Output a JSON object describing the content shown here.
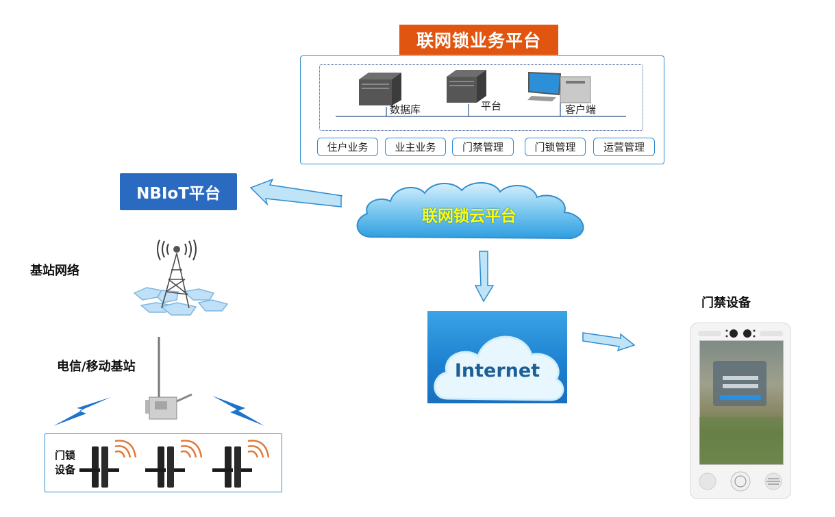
{
  "business_platform": {
    "title": "联网锁业务平台",
    "devices": [
      {
        "label": "数据库",
        "icon": "server-icon"
      },
      {
        "label": "平台",
        "icon": "server-icon"
      },
      {
        "label": "客户端",
        "icon": "computer-icon"
      }
    ],
    "modules": [
      "住户业务",
      "业主业务",
      "门禁管理",
      "门锁管理",
      "运营管理"
    ]
  },
  "nbiot_platform": {
    "label": "NBIoT平台"
  },
  "cloud_platform": {
    "label": "联网锁云平台"
  },
  "internet": {
    "label": "Internet"
  },
  "base_station_network": {
    "label": "基站网络"
  },
  "telecom_station": {
    "label": "电信/移动基站"
  },
  "door_lock": {
    "label_line1": "门锁",
    "label_line2": "设备"
  },
  "access_device": {
    "label": "门禁设备"
  },
  "colors": {
    "title_orange": "#e0550f",
    "nbiot_blue": "#2a6ac0",
    "border_blue": "#2e8bd0",
    "cloud_blue": "#5bb8ea",
    "cloud_text_yellow": "#ffff00"
  }
}
